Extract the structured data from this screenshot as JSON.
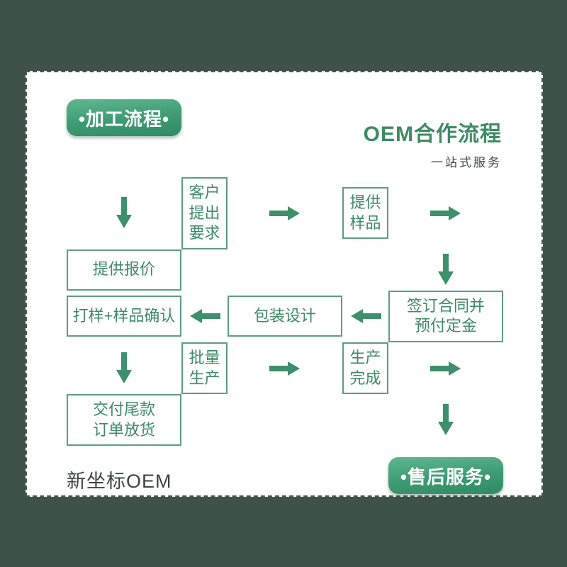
{
  "meta": {
    "background_color": "#3E524A",
    "card_background": "#FFFFFF",
    "accent_green": "#3E8F6B",
    "box_border_green": "#5C9E80",
    "badge_gradient_start": "#5FB791",
    "badge_gradient_end": "#2F8C66"
  },
  "header": {
    "badge_label": "•加工流程•",
    "title": "OEM合作流程",
    "subtitle": "一站式服务"
  },
  "flow": {
    "row1": {
      "direction": "right",
      "boxes": [
        "客户提出要求",
        "提供样品",
        "提供报价"
      ]
    },
    "row2": {
      "direction": "left",
      "boxes": [
        "打样+样品确认",
        "包装设计",
        "签订合同并\n预付定金"
      ]
    },
    "row3": {
      "direction": "right",
      "boxes": [
        "批量生产",
        "生产完成",
        "交付尾款\n订单放货"
      ]
    }
  },
  "footer": {
    "brand": "新坐标OEM",
    "badge_label": "•售后服务•"
  }
}
